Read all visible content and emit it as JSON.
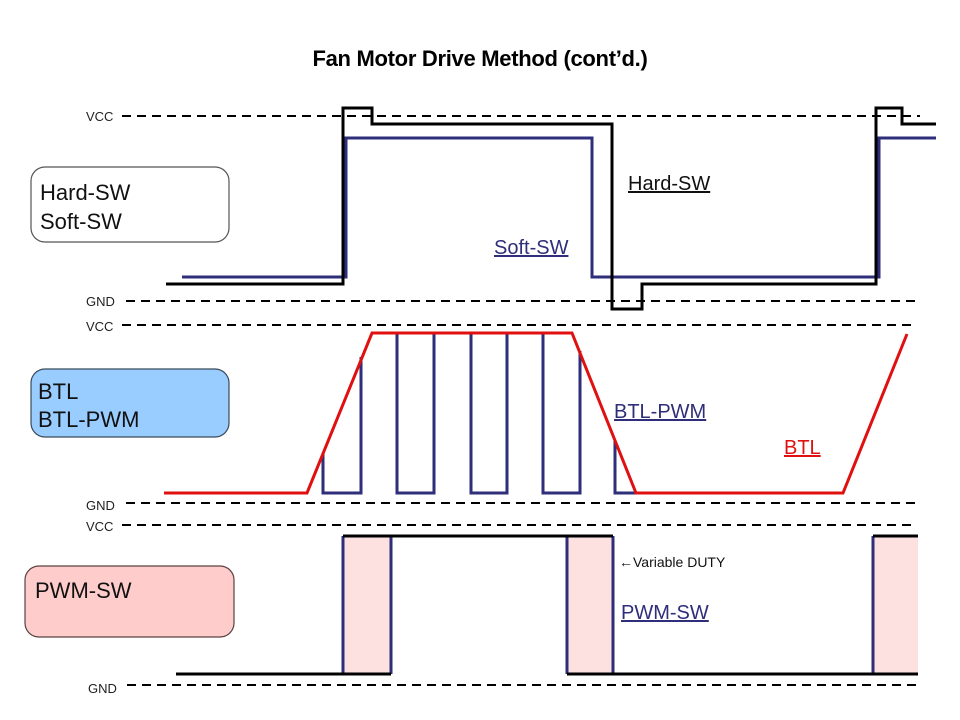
{
  "title": "Fan Motor Drive Method (cont’d.)",
  "colors": {
    "hard_sw": "#000000",
    "soft_sw": "#2e2e7a",
    "btl": "#e01010",
    "btl_pwm": "#2e2e7a",
    "pwm_sw_line": "#000000",
    "pwm_sw_duty_edge": "#2e2e7a",
    "pwm_sw_duty_fill": "#fde0e0",
    "box_hard_soft_fill": "#ffffff",
    "box_btl_fill": "#99ccff",
    "box_pwm_fill": "#ffcccc",
    "rail_dash": "#000000"
  },
  "panels": [
    {
      "id": "hard-soft",
      "box_lines": [
        "Hard-SW",
        "Soft-SW"
      ],
      "rail_top": "VCC",
      "rail_bottom": "GND",
      "wave_labels": [
        {
          "text": "Hard-SW",
          "series": "hard_sw"
        },
        {
          "text": "Soft-SW",
          "series": "soft_sw"
        }
      ]
    },
    {
      "id": "btl",
      "box_lines": [
        "BTL",
        "BTL-PWM"
      ],
      "rail_top": "VCC",
      "rail_bottom": "GND",
      "wave_labels": [
        {
          "text": "BTL-PWM",
          "series": "btl_pwm"
        },
        {
          "text": "BTL",
          "series": "btl"
        }
      ]
    },
    {
      "id": "pwm",
      "box_lines": [
        "PWM-SW"
      ],
      "rail_top": "VCC",
      "rail_bottom": "GND",
      "wave_labels": [
        {
          "text": "PWM-SW",
          "series": "pwm_sw_duty_edge"
        }
      ],
      "note": "←Variable DUTY"
    }
  ]
}
